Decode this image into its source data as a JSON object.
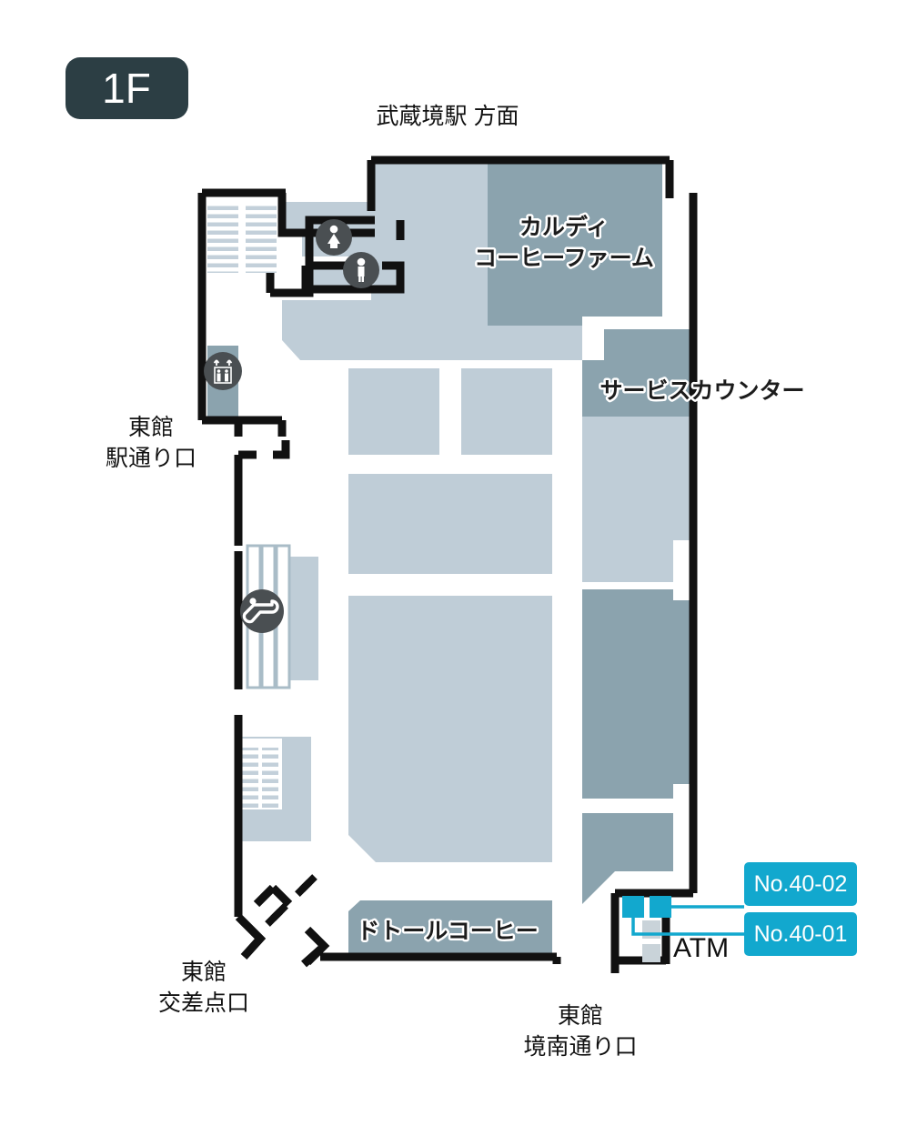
{
  "floor": {
    "badge_label": "1F",
    "badge_bg": "#2c3e44",
    "badge_text_color": "#ffffff"
  },
  "colors": {
    "wall": "#111111",
    "fill_light": "#bfcdd7",
    "fill_mid": "#b0c2cd",
    "fill_dark": "#8ba3ae",
    "accent_cyan": "#12a8ce",
    "icon_circle": "#4a4f52",
    "atm_box": "#c9d3d9",
    "background": "#ffffff"
  },
  "direction_label": {
    "text": "武蔵境駅 方面"
  },
  "tenants": [
    {
      "id": "kaldi",
      "line1": "カルディ",
      "line2": "コーヒーファーム"
    },
    {
      "id": "service-counter",
      "line1": "サービスカウンター"
    },
    {
      "id": "doutor",
      "line1": "ドトールコーヒー"
    }
  ],
  "entrances": [
    {
      "id": "east-station-street",
      "line1": "東館",
      "line2": "駅通り口"
    },
    {
      "id": "east-intersection",
      "line1": "東館",
      "line2": "交差点口"
    },
    {
      "id": "east-kyonan-street",
      "line1": "東館",
      "line2": "境南通り口"
    }
  ],
  "facilities": {
    "atm_label": "ATM",
    "icons": [
      {
        "id": "restroom-women",
        "name": "restroom-women-icon"
      },
      {
        "id": "restroom-men",
        "name": "restroom-men-icon"
      },
      {
        "id": "elevator",
        "name": "elevator-icon"
      },
      {
        "id": "escalator",
        "name": "escalator-icon"
      },
      {
        "id": "stairs-north",
        "name": "stairs-icon"
      },
      {
        "id": "stairs-south",
        "name": "stairs-icon"
      }
    ]
  },
  "callouts": [
    {
      "id": "no-40-02",
      "label": "No.40-02"
    },
    {
      "id": "no-40-01",
      "label": "No.40-01"
    }
  ]
}
